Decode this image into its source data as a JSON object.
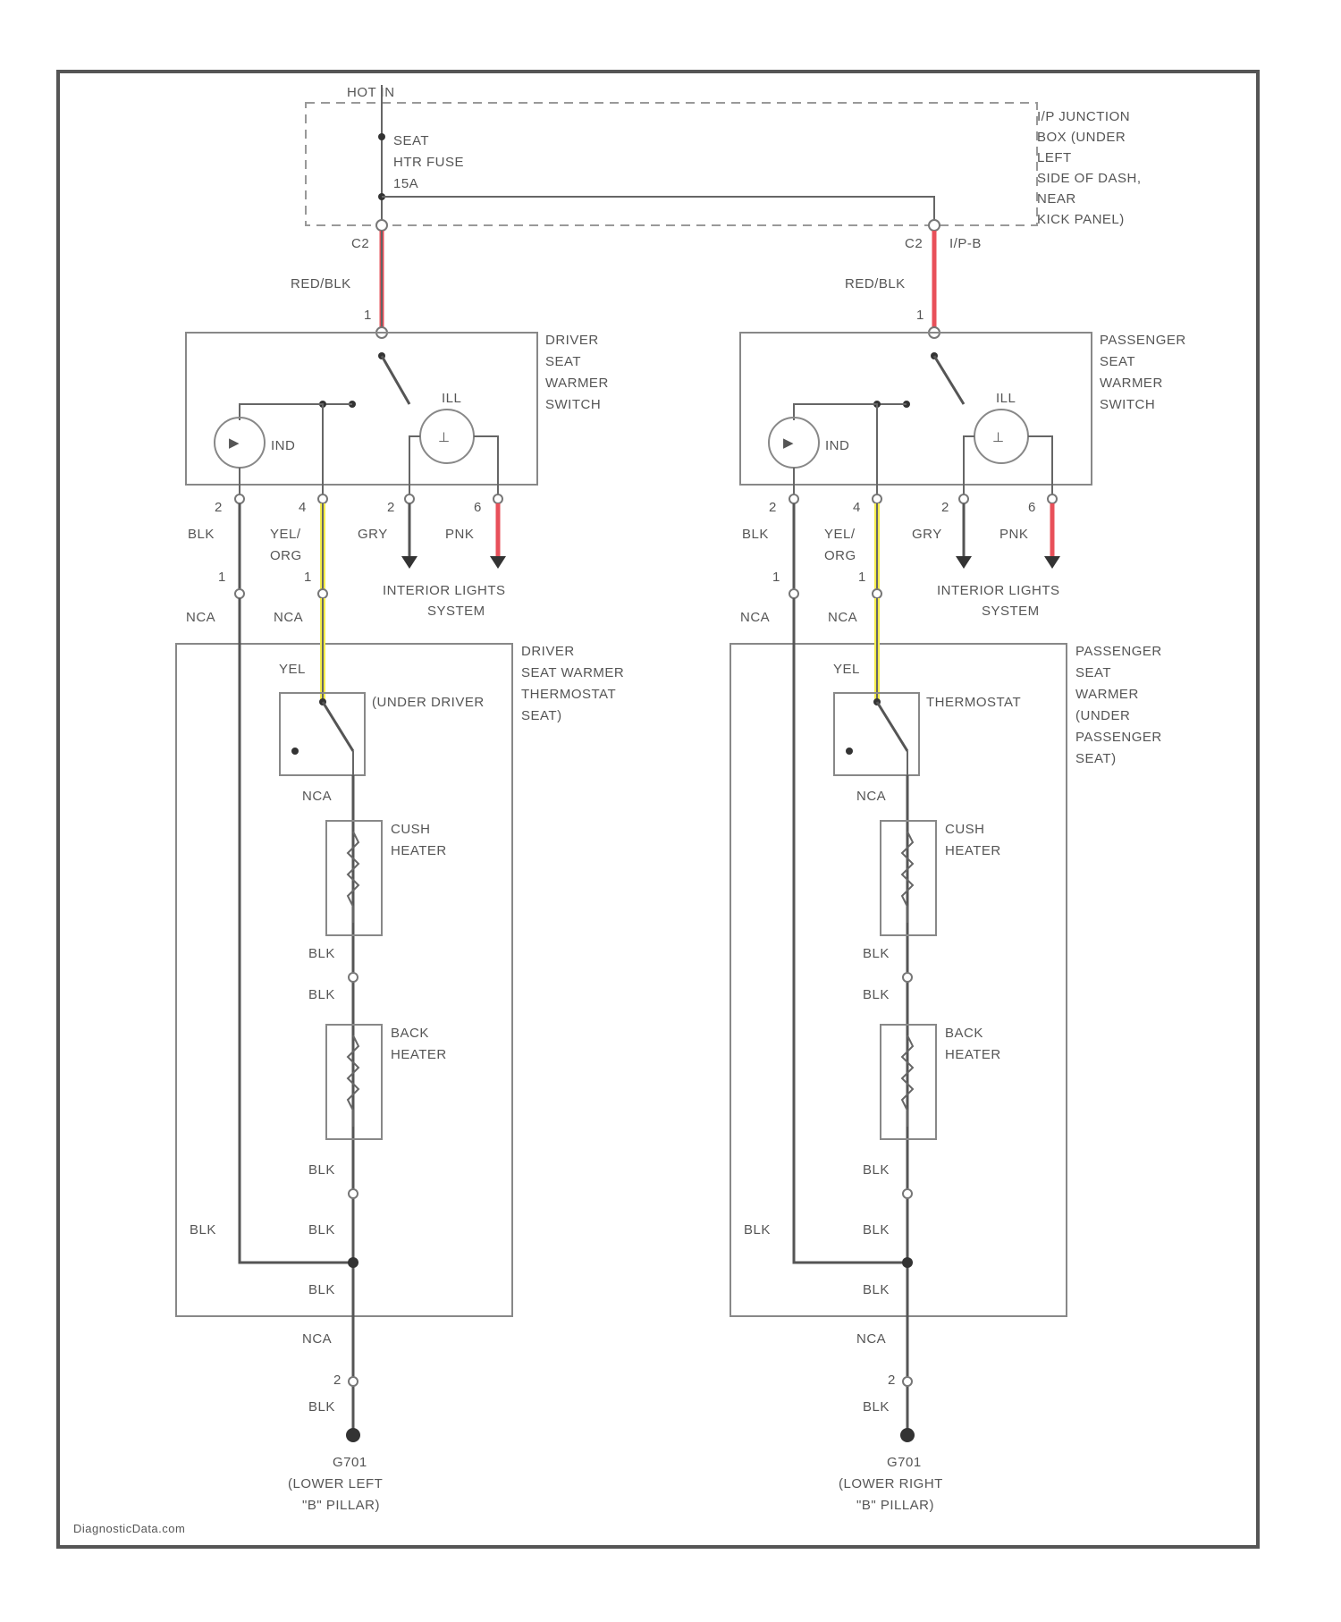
{
  "colors": {
    "red_wire": "#e8505a",
    "yellow_wire": "#f3ec4a",
    "pink_wire": "#e8505a",
    "line": "#555555",
    "box": "#888888"
  },
  "junction": {
    "hot_in": "HOT IN",
    "fuse": [
      "SEAT",
      "HTR FUSE",
      "15A"
    ],
    "box_label": [
      "I/P JUNCTION",
      "BOX (UNDER",
      "LEFT",
      "SIDE OF DASH,",
      "NEAR",
      "KICK PANEL)"
    ],
    "left_pin": "C2",
    "right_pin": "C2",
    "right_connector": "I/P-B"
  },
  "driver": {
    "feed_wire": "RED/BLK",
    "feed_pin": "1",
    "switch_label": [
      "DRIVER",
      "SEAT",
      "WARMER",
      "SWITCH"
    ],
    "ind": "IND",
    "ill": "ILL",
    "pins": [
      "2",
      "4",
      "2",
      "6"
    ],
    "wires": [
      "BLK",
      "YEL/",
      "ORG",
      "GRY",
      "PNK"
    ],
    "interior": [
      "INTERIOR LIGHTS",
      "SYSTEM"
    ],
    "lower_pins": [
      "1",
      "1"
    ],
    "nca": [
      "NCA",
      "NCA"
    ],
    "thermostat_box": [
      "DRIVER",
      "SEAT WARMER",
      "THERMOSTAT",
      "SEAT)"
    ],
    "yel": "YEL",
    "thermostat_label": "(UNDER DRIVER",
    "nca_mid": "NCA",
    "cush": [
      "CUSH",
      "HEATER"
    ],
    "blk1": "BLK",
    "blk2": "BLK",
    "back": [
      "BACK",
      "HEATER"
    ],
    "blk3": "BLK",
    "blk_left": "BLK",
    "blk4": "BLK",
    "blk5": "BLK",
    "nca_bottom": "NCA",
    "ground_pin": "2",
    "blk6": "BLK",
    "ground": [
      "G701",
      "(LOWER LEFT",
      "\"B\" PILLAR)"
    ]
  },
  "passenger": {
    "feed_wire": "RED/BLK",
    "feed_pin": "1",
    "switch_label": [
      "PASSENGER",
      "SEAT",
      "WARMER",
      "SWITCH"
    ],
    "ind": "IND",
    "ill": "ILL",
    "pins": [
      "2",
      "4",
      "2",
      "6"
    ],
    "wires": [
      "BLK",
      "YEL/",
      "ORG",
      "GRY",
      "PNK"
    ],
    "interior": [
      "INTERIOR LIGHTS",
      "SYSTEM"
    ],
    "lower_pins": [
      "1",
      "1"
    ],
    "nca": [
      "NCA",
      "NCA"
    ],
    "thermostat_box": [
      "PASSENGER",
      "SEAT",
      "WARMER",
      "(UNDER",
      "PASSENGER",
      "SEAT)"
    ],
    "yel": "YEL",
    "thermostat_label": "THERMOSTAT",
    "nca_mid": "NCA",
    "cush": [
      "CUSH",
      "HEATER"
    ],
    "blk1": "BLK",
    "blk2": "BLK",
    "back": [
      "BACK",
      "HEATER"
    ],
    "blk3": "BLK",
    "blk_left": "BLK",
    "blk4": "BLK",
    "blk5": "BLK",
    "nca_bottom": "NCA",
    "ground_pin": "2",
    "blk6": "BLK",
    "ground": [
      "G701",
      "(LOWER RIGHT",
      "\"B\" PILLAR)"
    ]
  },
  "watermark": "DiagnosticData.com"
}
